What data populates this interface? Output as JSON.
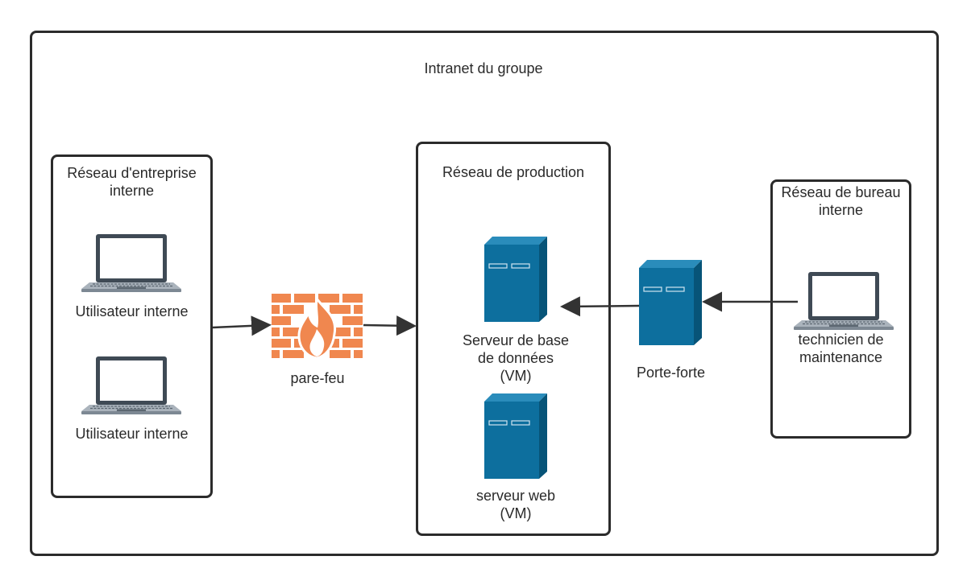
{
  "diagram": {
    "outer_title": "Intranet du groupe",
    "left_group": {
      "title": "Réseau d'entreprise\ninterne",
      "laptops": [
        "Utilisateur interne",
        "Utilisateur interne"
      ]
    },
    "firewall": {
      "label": "pare-feu"
    },
    "production_group": {
      "title": "Réseau de production",
      "db_server": "Serveur de base\nde données\n(VM)",
      "web_server": "serveur web\n(VM)"
    },
    "gateway": {
      "label": "Porte-forte"
    },
    "office_group": {
      "title": "Réseau de bureau\ninterne",
      "technician": "technicien de\nmaintenance"
    }
  },
  "colors": {
    "server_front": "#0d6f9e",
    "server_side": "#075478",
    "firewall_brick": "#f0874f",
    "laptop_frame": "#3f4a55",
    "laptop_screen": "#ffffff",
    "laptop_base": "#aab3bc",
    "border": "#2b2b2b",
    "arrow": "#333333"
  }
}
